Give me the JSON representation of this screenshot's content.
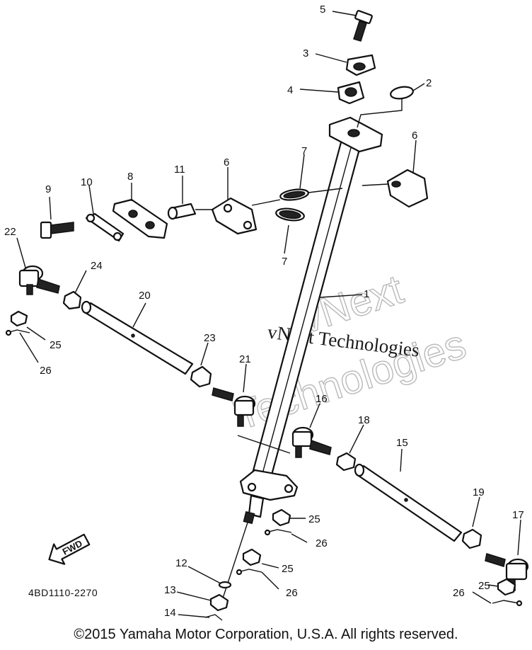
{
  "diagram": {
    "callouts": [
      "5",
      "3",
      "4",
      "2",
      "6",
      "6",
      "7",
      "7",
      "11",
      "8",
      "10",
      "9",
      "22",
      "24",
      "20",
      "1",
      "25",
      "26",
      "23",
      "21",
      "16",
      "18",
      "15",
      "19",
      "17",
      "25",
      "26",
      "25",
      "26",
      "12",
      "13",
      "14",
      "25",
      "26"
    ],
    "watermark": {
      "line1": "vNext Technologies",
      "line2": "vNext",
      "line3": "Technologies"
    },
    "reference_code": "4BD1110-2270",
    "fwd_label": "FWD"
  },
  "footer": {
    "copyright": "©2015 Yamaha Motor Corporation, U.S.A. All rights reserved."
  }
}
